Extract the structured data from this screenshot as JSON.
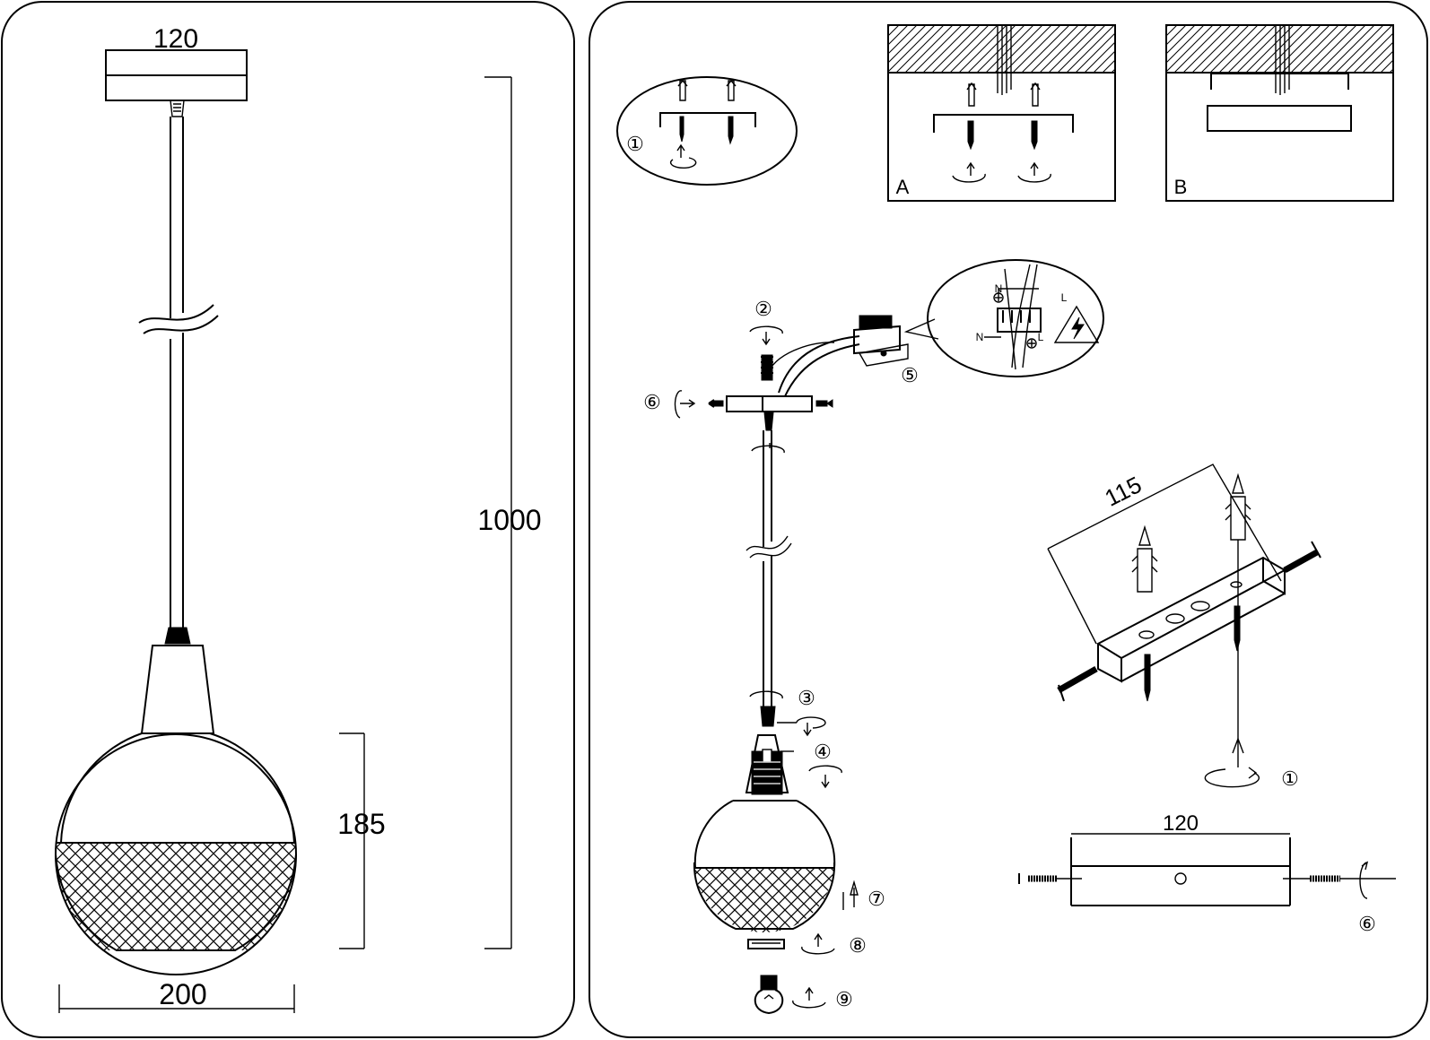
{
  "left_panel": {
    "dim_canopy_width": "120",
    "dim_total_height": "1000",
    "dim_shade_height": "185",
    "dim_shade_width": "200"
  },
  "right_panel": {
    "step1_top": "①",
    "detail_a": "A",
    "detail_b": "B",
    "step2": "②",
    "step3": "③",
    "step4": "④",
    "step5": "⑤",
    "step6": "⑥",
    "step7": "⑦",
    "step8": "⑧",
    "step9": "⑨",
    "wire_n_top": "N",
    "wire_l_top": "L",
    "wire_n_bottom": "N",
    "wire_l_bottom": "L",
    "bracket_dim": "115",
    "step1_bracket": "①",
    "canopy_dim": "120",
    "step6_canopy": "⑥"
  },
  "colors": {
    "line": "#000000",
    "background": "#ffffff"
  },
  "icons": [
    "screw-icon",
    "wall-plug-icon",
    "rotate-arrow-icon",
    "high-voltage-warning-icon",
    "light-bulb-icon"
  ]
}
